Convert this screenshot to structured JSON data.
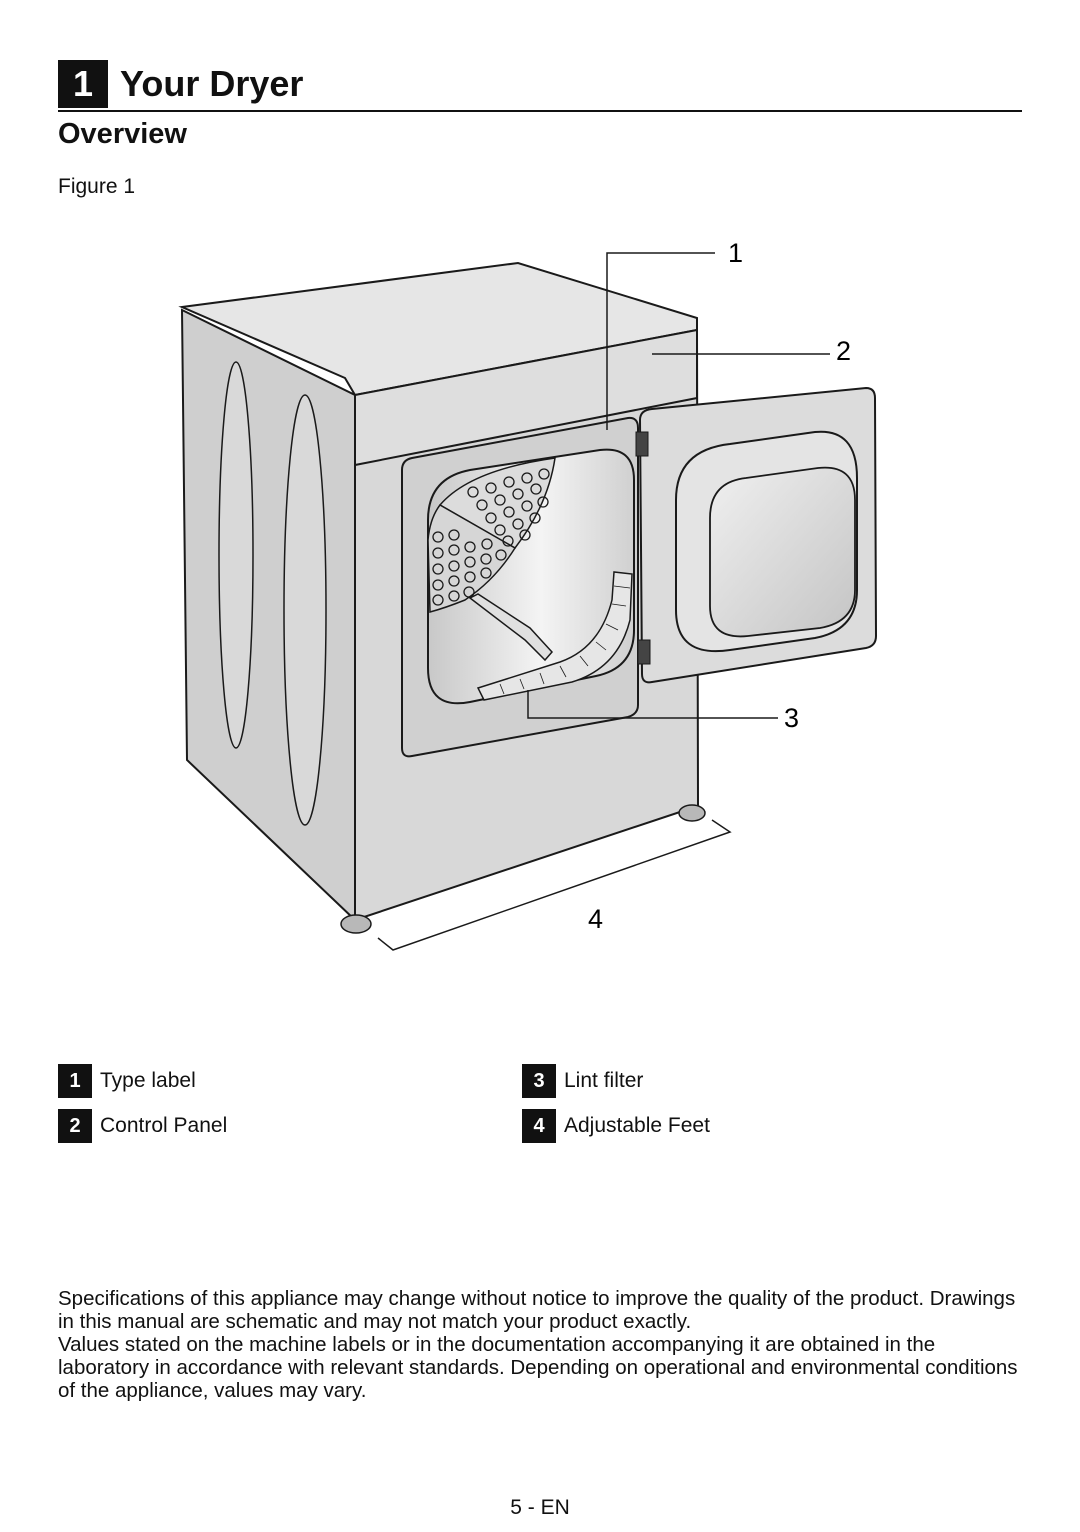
{
  "chapter": {
    "number": "1",
    "title": "Your Dryer"
  },
  "section": {
    "title": "Overview"
  },
  "figure": {
    "label": "Figure 1",
    "callouts": [
      "1",
      "2",
      "3",
      "4"
    ]
  },
  "legend": [
    {
      "number": "1",
      "label": "Type label"
    },
    {
      "number": "2",
      "label": "Control Panel"
    },
    {
      "number": "3",
      "label": "Lint filter"
    },
    {
      "number": "4",
      "label": "Adjustable Feet"
    }
  ],
  "body": {
    "paragraph1": "Specifications of this appliance may change without notice to improve the quality of the product. Drawings in this manual are schematic and may not match your product exactly.",
    "paragraph2": "Values stated on the machine labels or in the documentation accompanying it are obtained in the laboratory in accordance with relevant standards.  Depending on operational and environmental conditions of the appliance, values may vary."
  },
  "footer": {
    "page": "5 - EN"
  },
  "colors": {
    "body": "#d6d6d6",
    "side": "#cfcfcf",
    "top": "#e6e6e6",
    "outline": "#1a1a1a",
    "hinge": "#444444"
  }
}
